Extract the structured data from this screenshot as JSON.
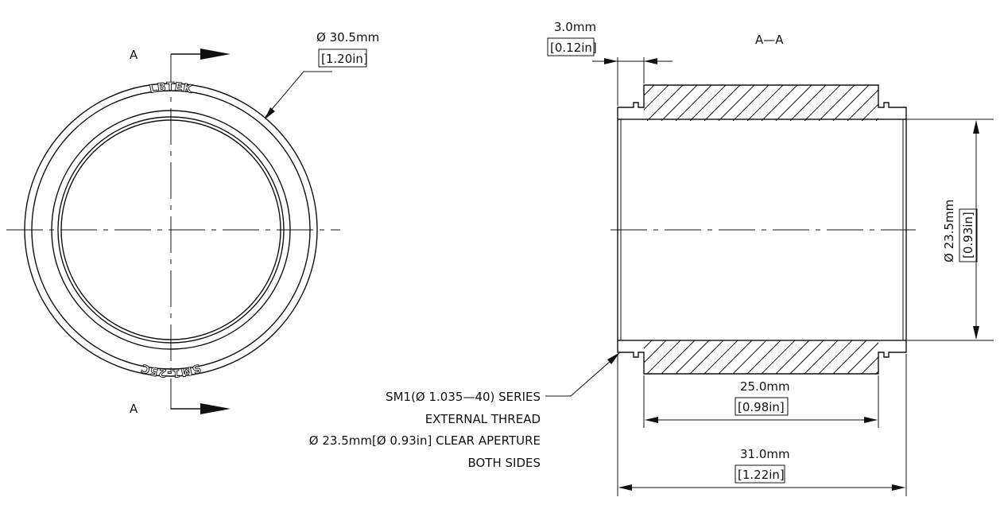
{
  "front_view": {
    "diameter_label": "Ø 30.5mm",
    "diameter_inch": "[1.20in]",
    "section_marker_top": "A",
    "section_marker_bottom": "A",
    "logo_top": "LBTEK",
    "logo_bottom": "SM1-25C"
  },
  "section_view": {
    "title": "A—A",
    "wall_dim_mm": "3.0mm",
    "wall_dim_in": "[0.12in]",
    "aperture_dim_mm": "Ø 23.5mm",
    "aperture_dim_in": "[0.93in]",
    "thread_length_mm": "25.0mm",
    "thread_length_in": "[0.98in]",
    "total_length_mm": "31.0mm",
    "total_length_in": "[1.22in]"
  },
  "notes": {
    "line1": "SM1(Ø 1.035—40) SERIES",
    "line2": "EXTERNAL THREAD",
    "line3": "Ø 23.5mm[Ø 0.93in] CLEAR APERTURE",
    "line4": "BOTH SIDES"
  }
}
